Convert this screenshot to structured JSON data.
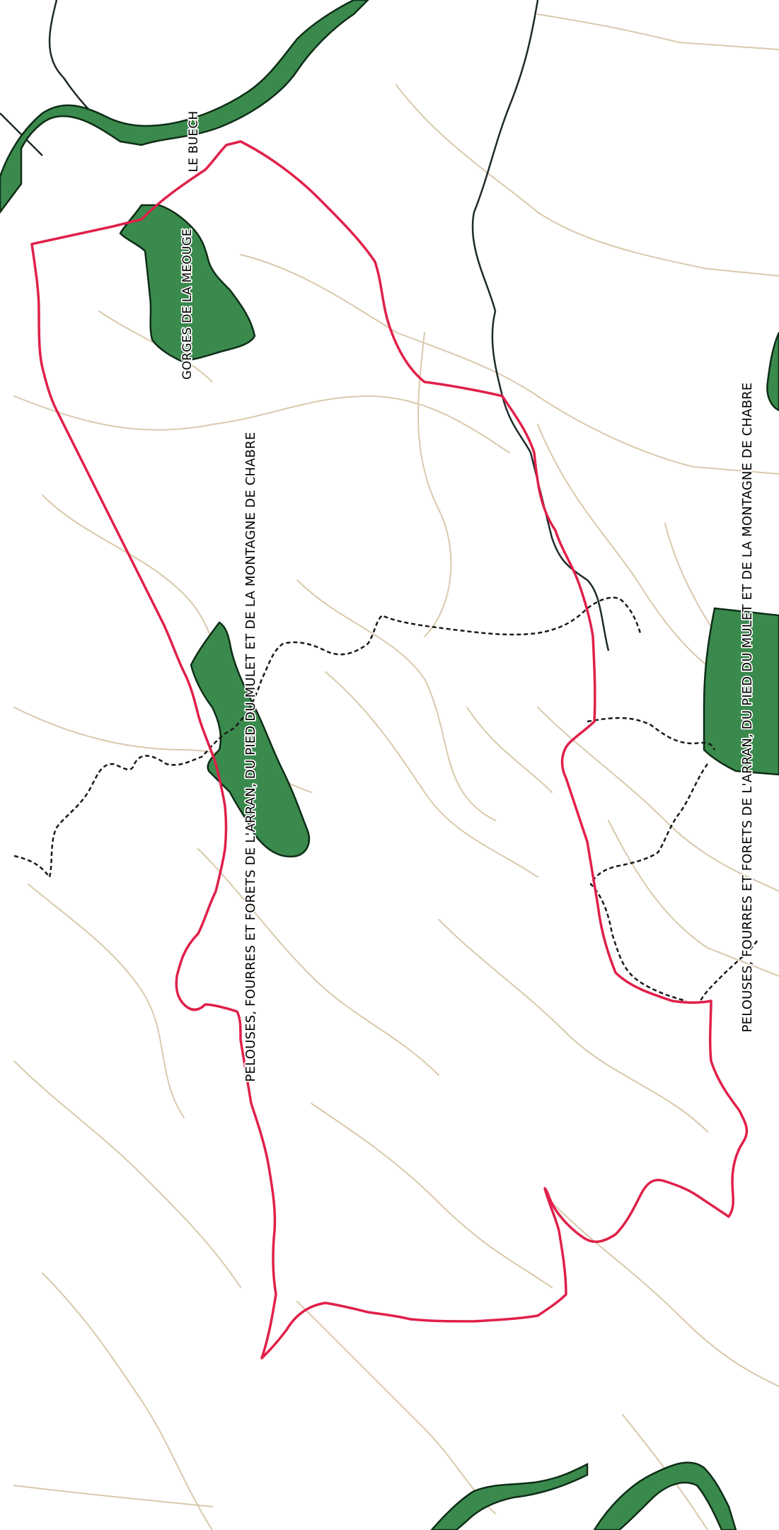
{
  "map": {
    "colors": {
      "background": "#ffffff",
      "protected_area_fill": "#3a8a4d",
      "protected_area_stroke": "#0e2d16",
      "study_zone": "#e0204a",
      "roads": "#d9c9ad",
      "administrative_boundary": "#1a1a1a",
      "river": "#1f2a2a"
    },
    "labels": {
      "buech": "LE BUECH",
      "meouge": "GORGES DE LA MEOUGE",
      "chabre_west": "PELOUSES, FOURRES ET FORETS DE L'ARRAN, DU PIED DU MULET ET DE LA MONTAGNE DE CHABRE",
      "chabre_east": "PELOUSES, FOURRES ET FORETS DE L'ARRAN, DU PIED DU MULET ET DE LA MONTAGNE DE CHABRE"
    }
  }
}
